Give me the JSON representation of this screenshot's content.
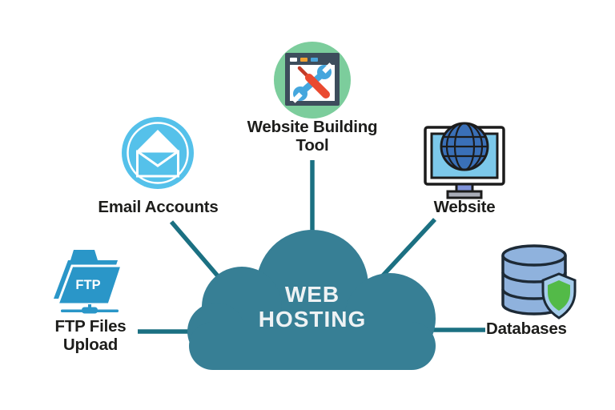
{
  "title": {
    "line1": "WEB",
    "line2": "HOSTING"
  },
  "nodes": {
    "builder": {
      "label_line1": "Website Building",
      "label_line2": "Tool"
    },
    "email": {
      "label": "Email Accounts"
    },
    "website": {
      "label": "Website"
    },
    "ftp": {
      "label_line1": "FTP Files",
      "label_line2": "Upload",
      "folder_text": "FTP"
    },
    "databases": {
      "label": "Databases"
    }
  },
  "icons": {
    "builder": "browser-tools-icon",
    "email": "envelope-icon",
    "website": "globe-monitor-icon",
    "ftp": "ftp-folder-icon",
    "databases": "database-shield-icon"
  },
  "colors": {
    "cloud": "#377f95",
    "connector": "#1b7082",
    "cloud_text": "#eef2f4",
    "label_text": "#1d1d1b",
    "builder_circle": "#7ccd9c",
    "builder_window": "#3d4d5c",
    "header_white": "#ffffff",
    "header_orange": "#f0a032",
    "header_blue": "#4aa3d8",
    "wrench_blue": "#45a6dd",
    "screwdriver_red": "#ea4a30",
    "screwdriver_tip": "#c23b28",
    "email_circle": "#55c1ea",
    "monitor_outline": "#1c1c1c",
    "screen_blue": "#7cc8ea",
    "globe_blue": "#3a70b8",
    "stand_blue": "#8093da",
    "stand_base": "#a9adb8",
    "ftp_blue": "#2a96c8",
    "db_fill": "#8fb2dd",
    "db_outline": "#1d2a36",
    "shield_light": "#a5cceb",
    "shield_green": "#53ba48"
  }
}
